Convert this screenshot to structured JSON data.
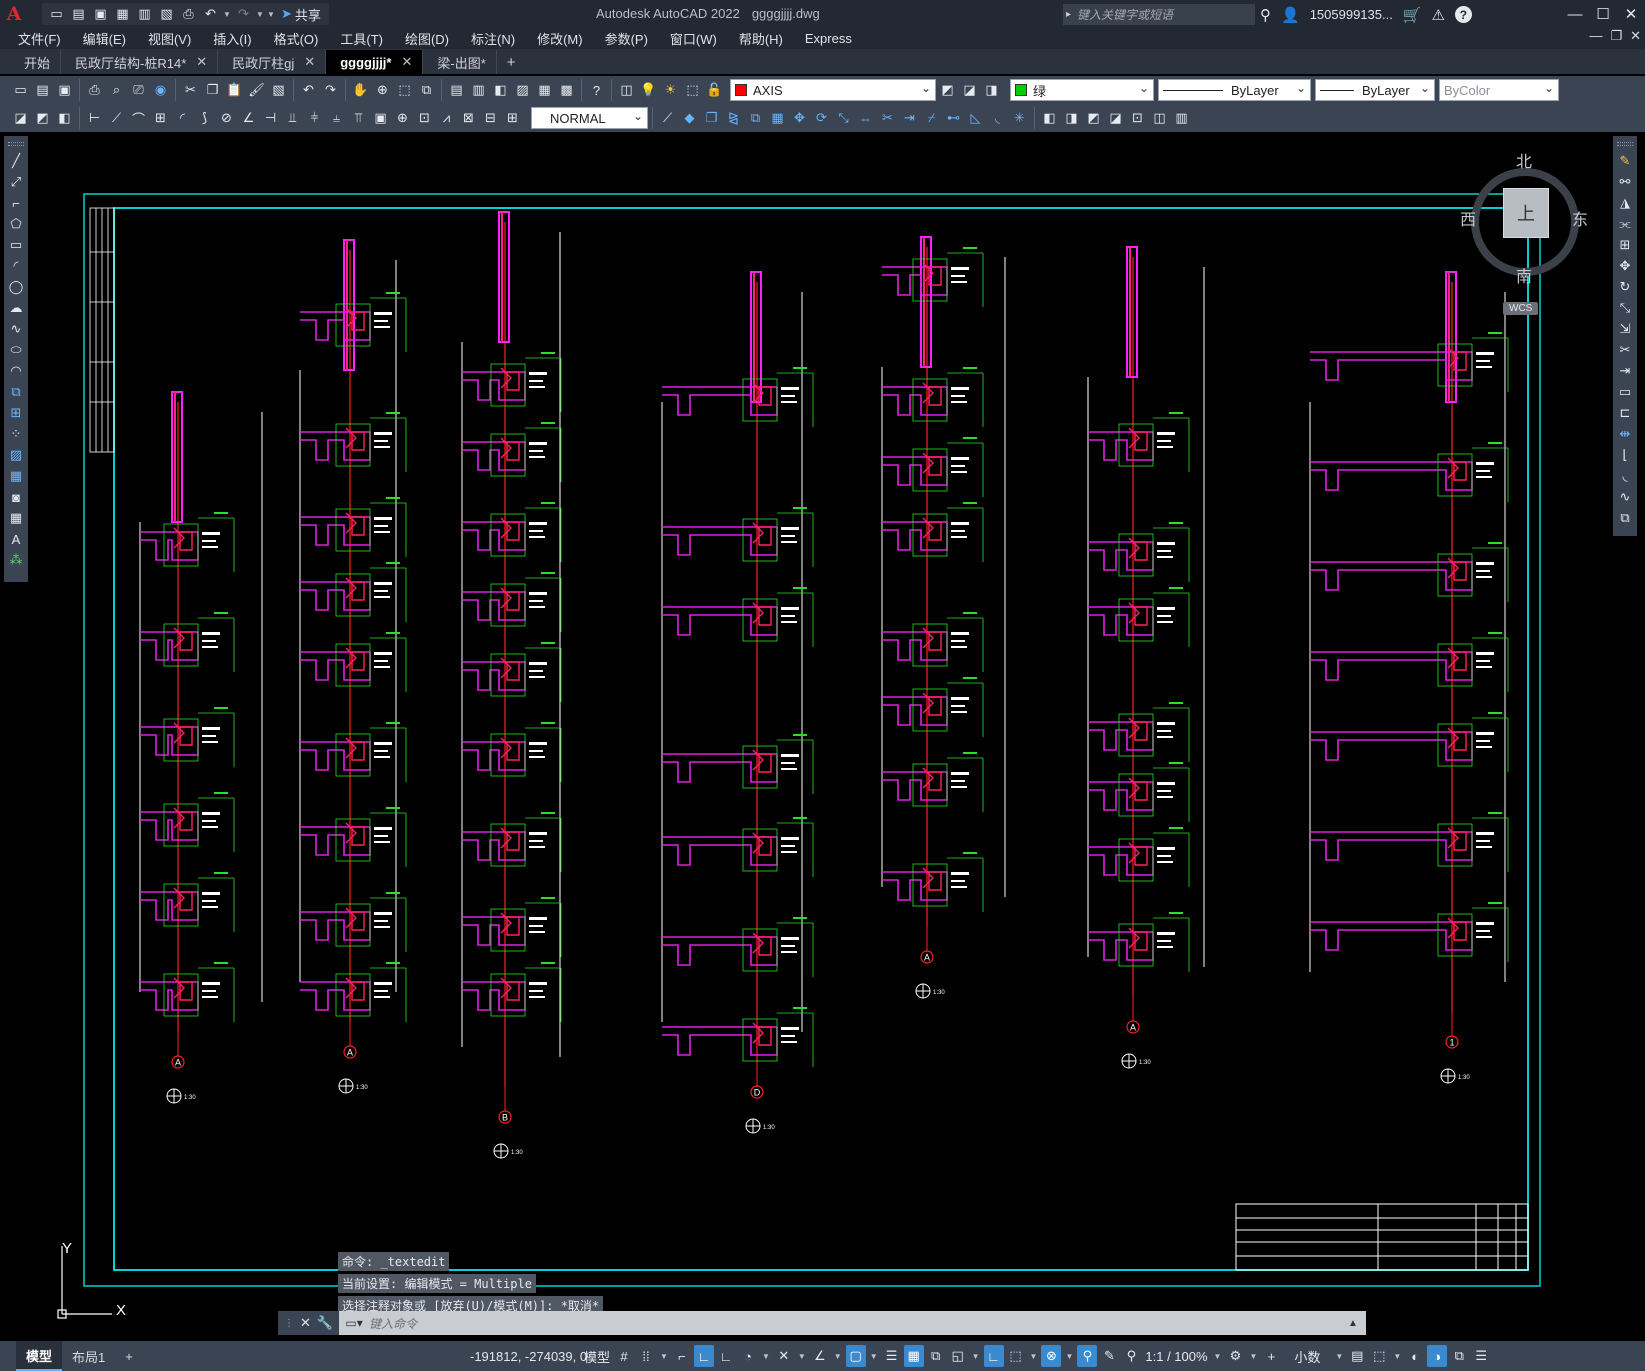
{
  "titlebar": {
    "app_name": "Autodesk AutoCAD 2022",
    "file_name": "ggggjjjj.dwg",
    "share_label": "共享",
    "search_placeholder": "键入关键字或短语",
    "user": "1505999135...",
    "help": "?"
  },
  "menu": [
    "文件(F)",
    "编辑(E)",
    "视图(V)",
    "插入(I)",
    "格式(O)",
    "工具(T)",
    "绘图(D)",
    "标注(N)",
    "修改(M)",
    "参数(P)",
    "窗口(W)",
    "帮助(H)",
    "Express"
  ],
  "tabs": [
    {
      "label": "开始",
      "closable": false,
      "active": false
    },
    {
      "label": "民政厅结构-桩R14*",
      "closable": true,
      "active": false
    },
    {
      "label": "民政厅柱gj",
      "closable": true,
      "active": false
    },
    {
      "label": "ggggjjjj*",
      "closable": true,
      "active": true
    },
    {
      "label": "梁-出图*",
      "closable": false,
      "active": false
    }
  ],
  "toolbar": {
    "layer_name": "AXIS",
    "layer_color": "#ff0000",
    "color_name": "绿",
    "color_swatch": "#00d000",
    "linetype": "ByLayer",
    "lineweight": "ByLayer",
    "plotstyle": "ByColor",
    "dimstyle": "NORMAL"
  },
  "viewcube": {
    "north": "北",
    "south": "南",
    "east": "东",
    "west": "西",
    "face": "上",
    "wcs": "WCS"
  },
  "ucs": {
    "y": "Y",
    "x": "X"
  },
  "drawing": {
    "axis_markers": [
      "A",
      "A",
      "B",
      "D",
      "A",
      "A",
      "1"
    ],
    "scale_label": "1:30"
  },
  "command": {
    "history": [
      "命令: _textedit",
      "当前设置: 编辑模式 = Multiple",
      "选择注释对象或 [放弃(U)/模式(M)]: *取消*"
    ],
    "placeholder": "键入命令"
  },
  "statusbar": {
    "tabs": [
      "模型",
      "布局1"
    ],
    "coords": "-191812, -274039, 0",
    "mode": "模型",
    "scale": "1:1 / 100%",
    "units": "小数"
  }
}
